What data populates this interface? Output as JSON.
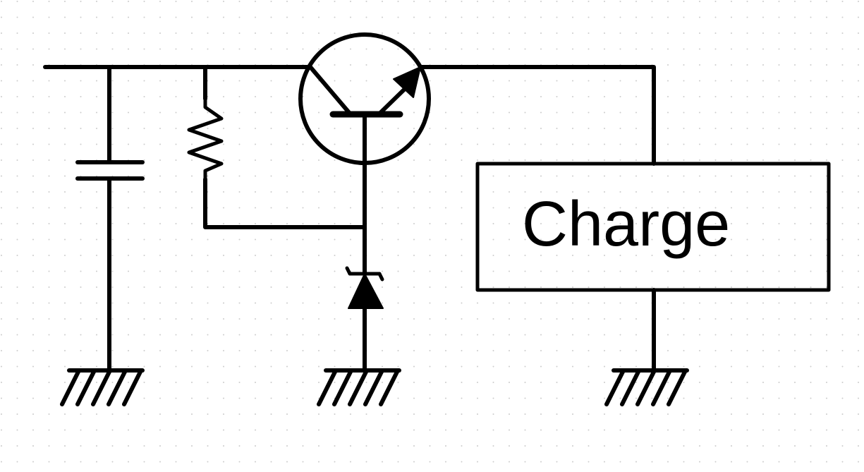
{
  "diagram": {
    "load_label": "Charge",
    "components": [
      {
        "id": "capacitor",
        "icon": "capacitor-icon"
      },
      {
        "id": "resistor",
        "icon": "resistor-icon"
      },
      {
        "id": "transistor",
        "icon": "npn-transistor-icon"
      },
      {
        "id": "zener-diode",
        "icon": "zener-diode-icon"
      },
      {
        "id": "load",
        "icon": "load-box"
      },
      {
        "id": "ground",
        "icon": "ground-icon",
        "count": 3
      }
    ],
    "colors": {
      "background": "#ffffff",
      "ink": "#000000",
      "grid_dots": "#cccccc"
    }
  }
}
